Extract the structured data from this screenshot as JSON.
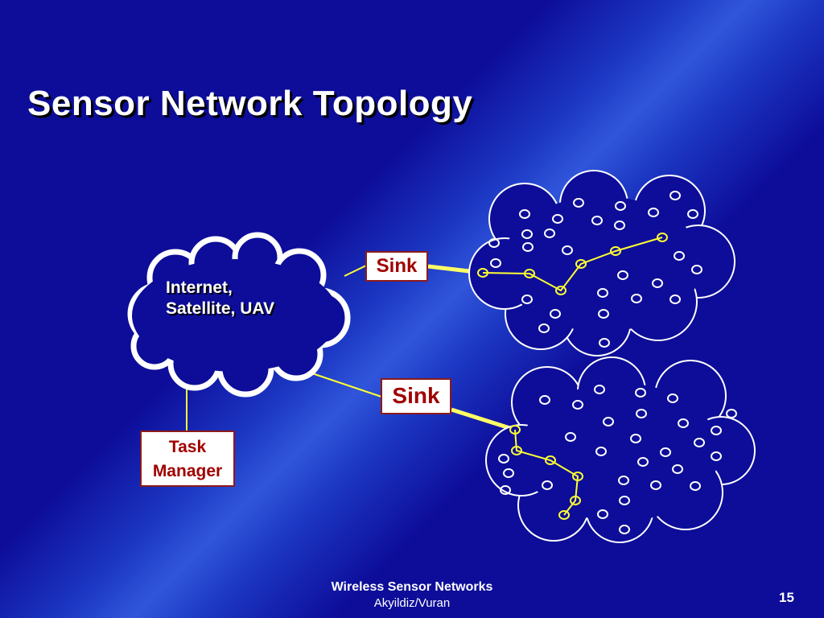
{
  "slide": {
    "title": "Sensor Network Topology",
    "footer_line1": "Wireless Sensor Networks",
    "footer_line2": "Akyildiz/Vuran",
    "page_number": "15"
  },
  "diagram": {
    "cloud_label_line1": "Internet,",
    "cloud_label_line2": "Satellite, UAV",
    "sink_top_label": "Sink",
    "sink_bottom_label": "Sink",
    "task_manager_line1": "Task",
    "task_manager_line2": "Manager"
  },
  "colors": {
    "background": "#0d0d99",
    "link": "#ffff33",
    "box_border": "#8b1a1a",
    "box_text": "#a00000"
  }
}
